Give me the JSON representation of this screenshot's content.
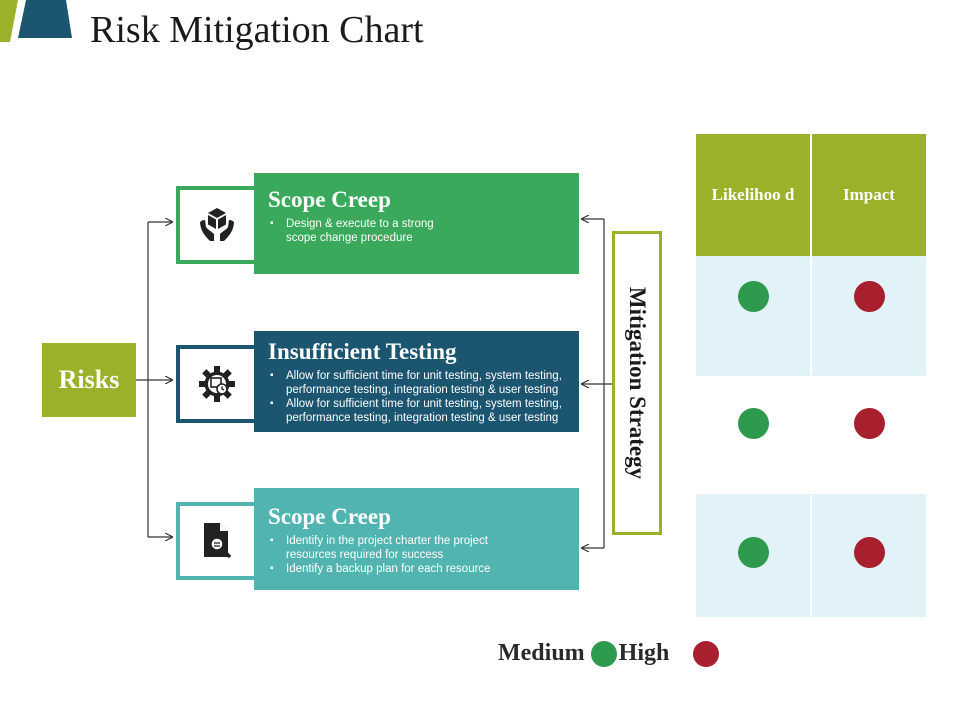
{
  "title": "Risk Mitigation Chart",
  "colors": {
    "olive": "#9bb12a",
    "green": "#3aa95b",
    "navy": "#1c5570",
    "teal": "#52b4b0",
    "medium_dot": "#2e9a4e",
    "high_dot": "#a8202e",
    "row_light": "#e2f2f9"
  },
  "root": {
    "label": "Risks"
  },
  "risks": [
    {
      "title": "Scope Creep",
      "icon": "hands-box-icon",
      "bullets": [
        "Design & execute to a strong scope change procedure"
      ]
    },
    {
      "title": "Insufficient Testing",
      "icon": "gear-clock-icon",
      "bullets": [
        "Allow for sufficient time for unit testing, system testing, performance testing, integration testing & user testing",
        "Allow for sufficient time for unit testing, system testing, performance testing, integration testing & user testing"
      ]
    },
    {
      "title": "Scope Creep",
      "icon": "document-search-icon",
      "bullets": [
        "Identify in the project charter the project resources required for success",
        "Identify a backup plan for each resource"
      ]
    }
  ],
  "strategy": {
    "label": "Mitigation Strategy"
  },
  "matrix": {
    "headers": [
      "Likelihoo d",
      "Impact"
    ],
    "rows": [
      {
        "likelihood": "Medium",
        "impact": "High"
      },
      {
        "likelihood": "Medium",
        "impact": "High"
      },
      {
        "likelihood": "Medium",
        "impact": "High"
      }
    ]
  },
  "legend": {
    "medium_label": "Medium",
    "high_label": "High"
  }
}
